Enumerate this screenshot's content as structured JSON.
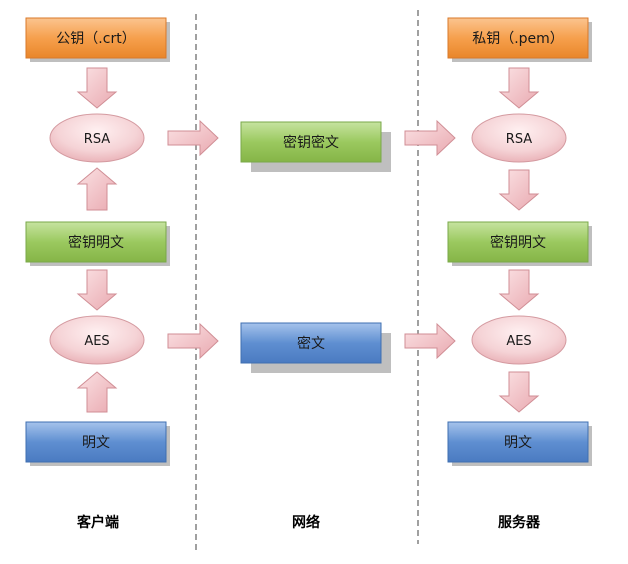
{
  "columns": {
    "client": "客户端",
    "network": "网络",
    "server": "服务器"
  },
  "client": {
    "public_key": "公钥（.crt）",
    "rsa": "RSA",
    "key_plaintext": "密钥明文",
    "aes": "AES",
    "plaintext": "明文"
  },
  "network": {
    "key_ciphertext": "密钥密文",
    "ciphertext": "密文"
  },
  "server": {
    "private_key": "私钥（.pem）",
    "rsa": "RSA",
    "key_plaintext": "密钥明文",
    "aes": "AES",
    "plaintext": "明文"
  },
  "colors": {
    "orange": "#f6a04d",
    "green": "#9bc95f",
    "blue": "#5f8fd1",
    "pink": "#f2c8cc",
    "arrow": "#efbcc1",
    "divider": "#808080"
  }
}
